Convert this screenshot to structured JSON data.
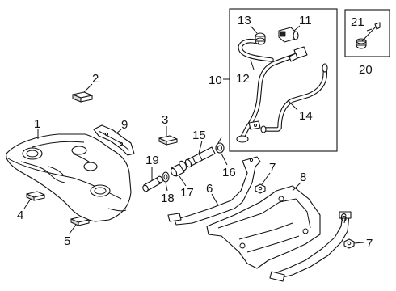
{
  "diagram": {
    "callouts": {
      "c1": "1",
      "c2": "2",
      "c3": "3",
      "c4": "4",
      "c5": "5",
      "c6a": "6",
      "c6b": "6",
      "c7a": "7",
      "c7b": "7",
      "c8": "8",
      "c9": "9",
      "c10": "10",
      "c11": "11",
      "c12": "12",
      "c13": "13",
      "c14": "14",
      "c15": "15",
      "c16": "16",
      "c17": "17",
      "c18": "18",
      "c19": "19",
      "c20": "20",
      "c21": "21"
    }
  }
}
